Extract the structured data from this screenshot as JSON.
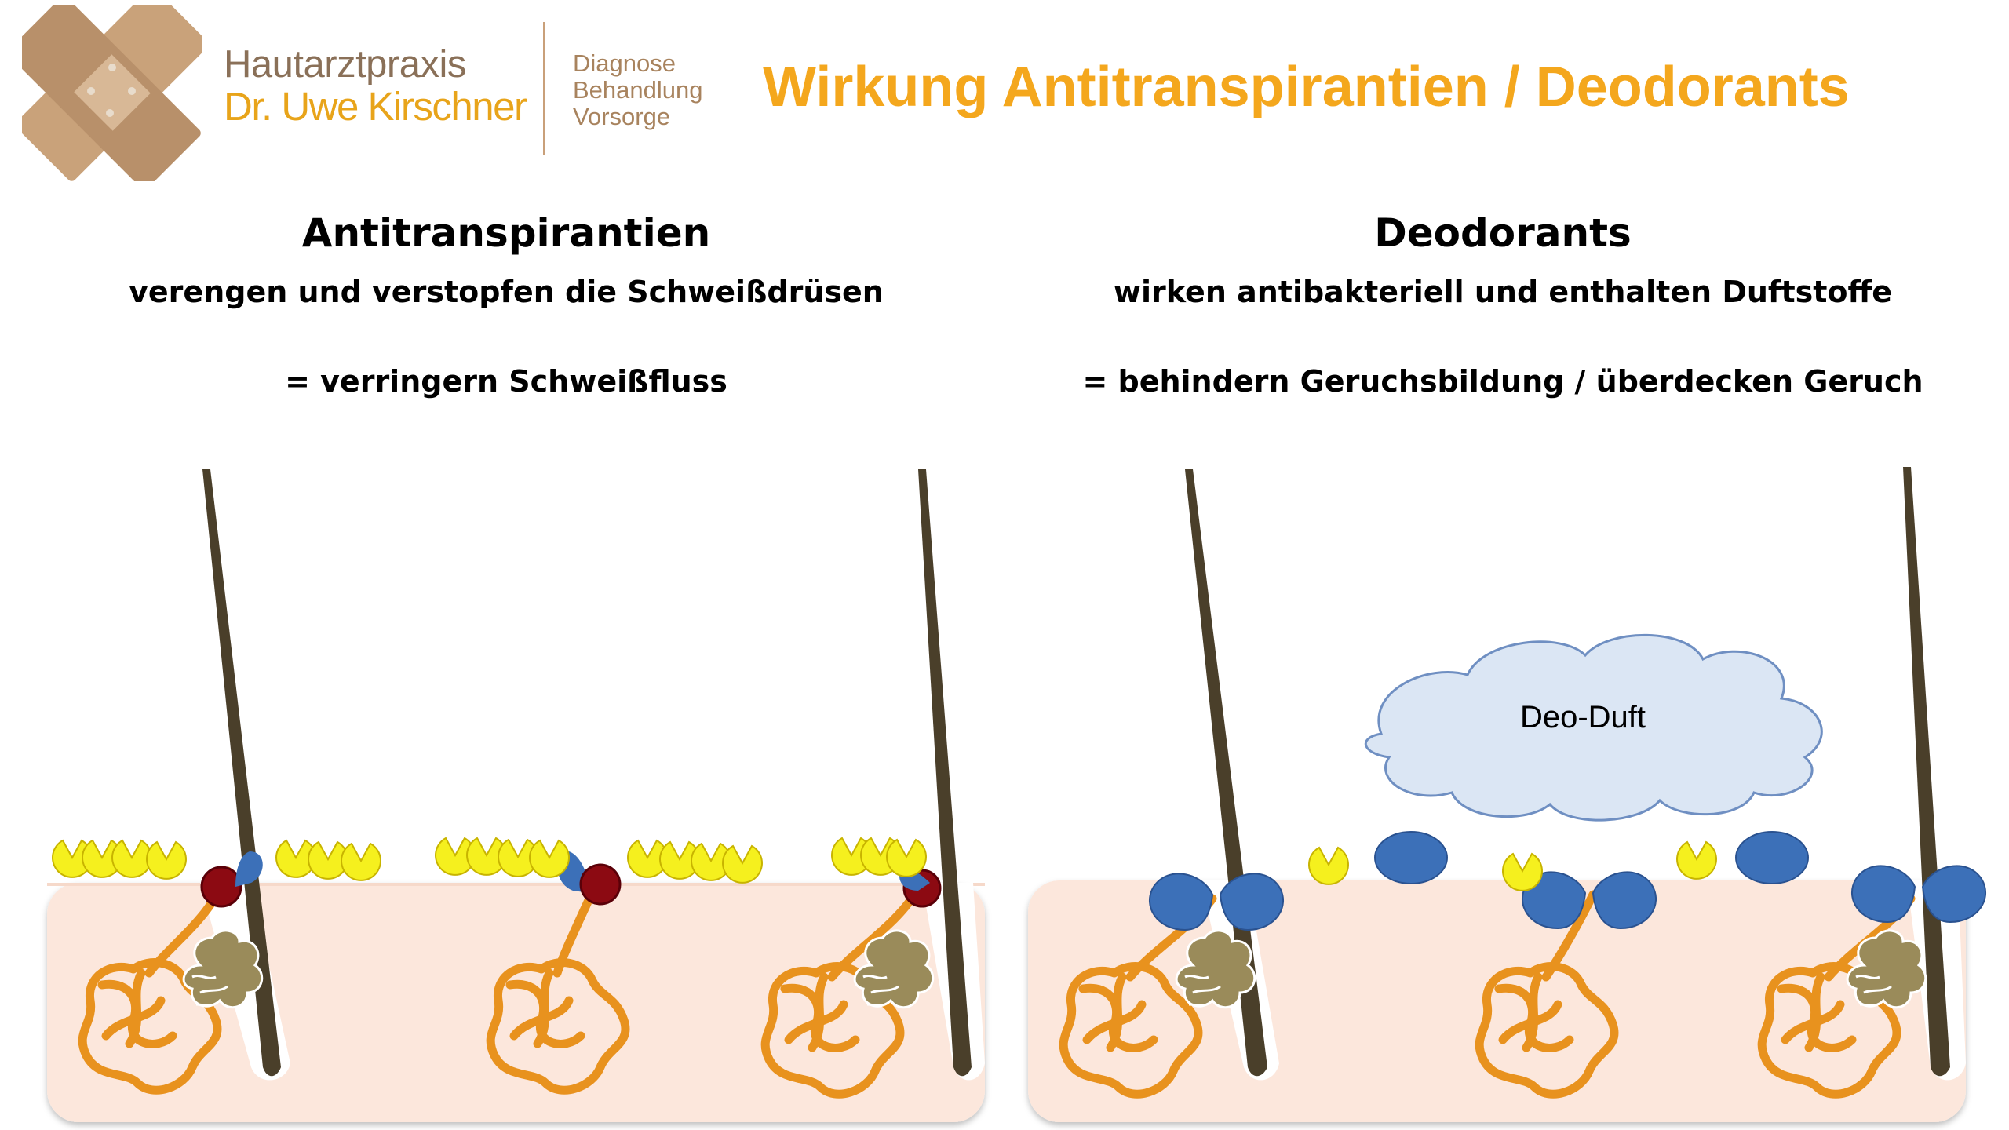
{
  "header": {
    "brand_name": "Hautarztpraxis",
    "brand_doctor": "Dr. Uwe Kirschner",
    "tagline": [
      "Diagnose",
      "Behandlung",
      "Vorsorge"
    ],
    "title": "Wirkung Antitranspirantien / Deodorants"
  },
  "left_panel": {
    "heading": "Antitranspirantien",
    "subheading": "verengen und verstopfen die Schweißdrüsen",
    "result": "= verringern Schweißfluss"
  },
  "right_panel": {
    "heading": "Deodorants",
    "subheading": "wirken antibakteriell und enthalten Duftstoffe",
    "result": "= behindern Geruchsbildung / überdecken Geruch",
    "cloud_label": "Deo-Duft"
  },
  "colors": {
    "title_orange": "#f4a71d",
    "brand_brown": "#8a7058",
    "skin": "#fce7dc",
    "hair": "#4a3f2a",
    "gland_orange": "#e8921e",
    "sebaceous": "#9a8b5a",
    "plug_red": "#8c0a12",
    "deo_blue": "#3c70b8",
    "bacteria_yellow": "#f5f01e",
    "cloud_fill": "#dbe6f4",
    "cloud_stroke": "#6f8fc2"
  }
}
